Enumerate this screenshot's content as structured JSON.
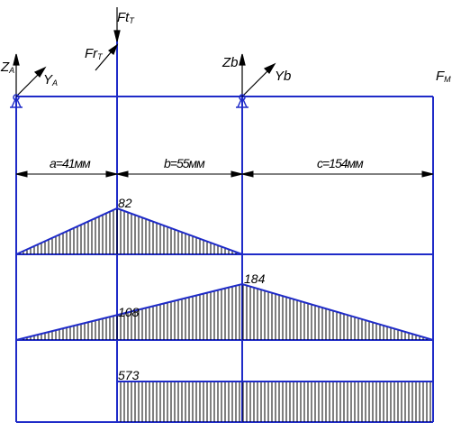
{
  "colors": {
    "frame": "#1f2bc8",
    "ink": "#000000",
    "background": "#ffffff"
  },
  "labels": {
    "ft": "Ft",
    "ft_sub": "T",
    "fr": "Fr",
    "fr_sub": "T",
    "za": "Z",
    "za_sub": "A",
    "ya": "Y",
    "ya_sub": "A",
    "zb": "Zb",
    "yb": "Yb",
    "fm": "F",
    "fm_sub": "M"
  },
  "dimensions": {
    "a": "a=41мм",
    "b": "b=55мм",
    "c": "c=154мм"
  },
  "values": {
    "d1_peak": "82",
    "d2_peak": "184",
    "d2_mid": "108",
    "d3_value": "573"
  }
}
